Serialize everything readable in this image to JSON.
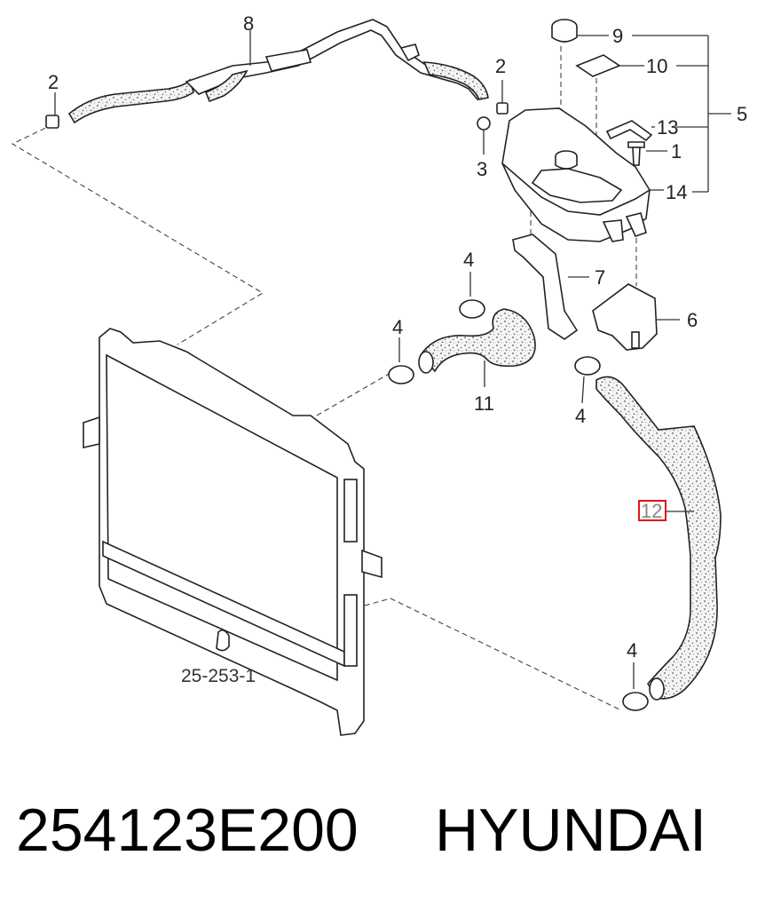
{
  "diagram": {
    "callouts": [
      {
        "id": "c8",
        "text": "8"
      },
      {
        "id": "c2a",
        "text": "2"
      },
      {
        "id": "c2b",
        "text": "2"
      },
      {
        "id": "c3",
        "text": "3"
      },
      {
        "id": "c9",
        "text": "9"
      },
      {
        "id": "c10",
        "text": "10"
      },
      {
        "id": "c5",
        "text": "5"
      },
      {
        "id": "c13",
        "text": "13"
      },
      {
        "id": "c1",
        "text": "1"
      },
      {
        "id": "c14",
        "text": "14"
      },
      {
        "id": "c4a",
        "text": "4"
      },
      {
        "id": "c7",
        "text": "7"
      },
      {
        "id": "c6",
        "text": "6"
      },
      {
        "id": "c4b",
        "text": "4"
      },
      {
        "id": "c11",
        "text": "11"
      },
      {
        "id": "c4c",
        "text": "4"
      },
      {
        "id": "c12",
        "text": "12"
      },
      {
        "id": "c4d",
        "text": "4"
      }
    ],
    "reference": "25-253-1",
    "highlight_color": "#e0141e",
    "line_color": "#222222"
  },
  "caption": {
    "part_number": "254123E200",
    "brand": "HYUNDAI"
  }
}
